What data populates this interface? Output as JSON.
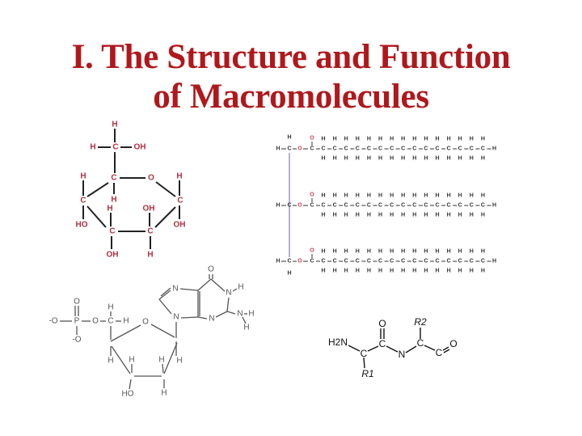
{
  "slide": {
    "title_line1": "I.  The Structure and Function",
    "title_line2": "of Macromolecules"
  },
  "colors": {
    "title": "#b0181c",
    "glucose_atoms": "#b03040",
    "bonds": "#222222",
    "ester_oxygen": "#d04050",
    "glycerol_backbone": "#9a9ac8",
    "nucleotide": "#555555"
  },
  "glucose": {
    "atoms": [
      "H",
      "H",
      "C",
      "OH",
      "C",
      "O",
      "H",
      "C",
      "OH",
      "H",
      "C",
      "HO",
      "H",
      "C",
      "H",
      "OH",
      "OH",
      "C",
      "H"
    ]
  },
  "triglyceride": {
    "hydrogen": "H",
    "carbon": "C",
    "oxygen": "O"
  },
  "nucleotide": {
    "atoms": [
      "-O",
      "P",
      "O",
      "-O",
      "O",
      "C",
      "H",
      "H",
      "O",
      "N",
      "N",
      "N",
      "N",
      "N",
      "H",
      "N",
      "H",
      "H",
      "O",
      "H",
      "H",
      "H",
      "HO",
      "H",
      "H"
    ]
  },
  "dipeptide": {
    "atoms": [
      "H2N",
      "C",
      "R1",
      "C",
      "O",
      "N",
      "C",
      "R2",
      "C",
      "O"
    ]
  }
}
